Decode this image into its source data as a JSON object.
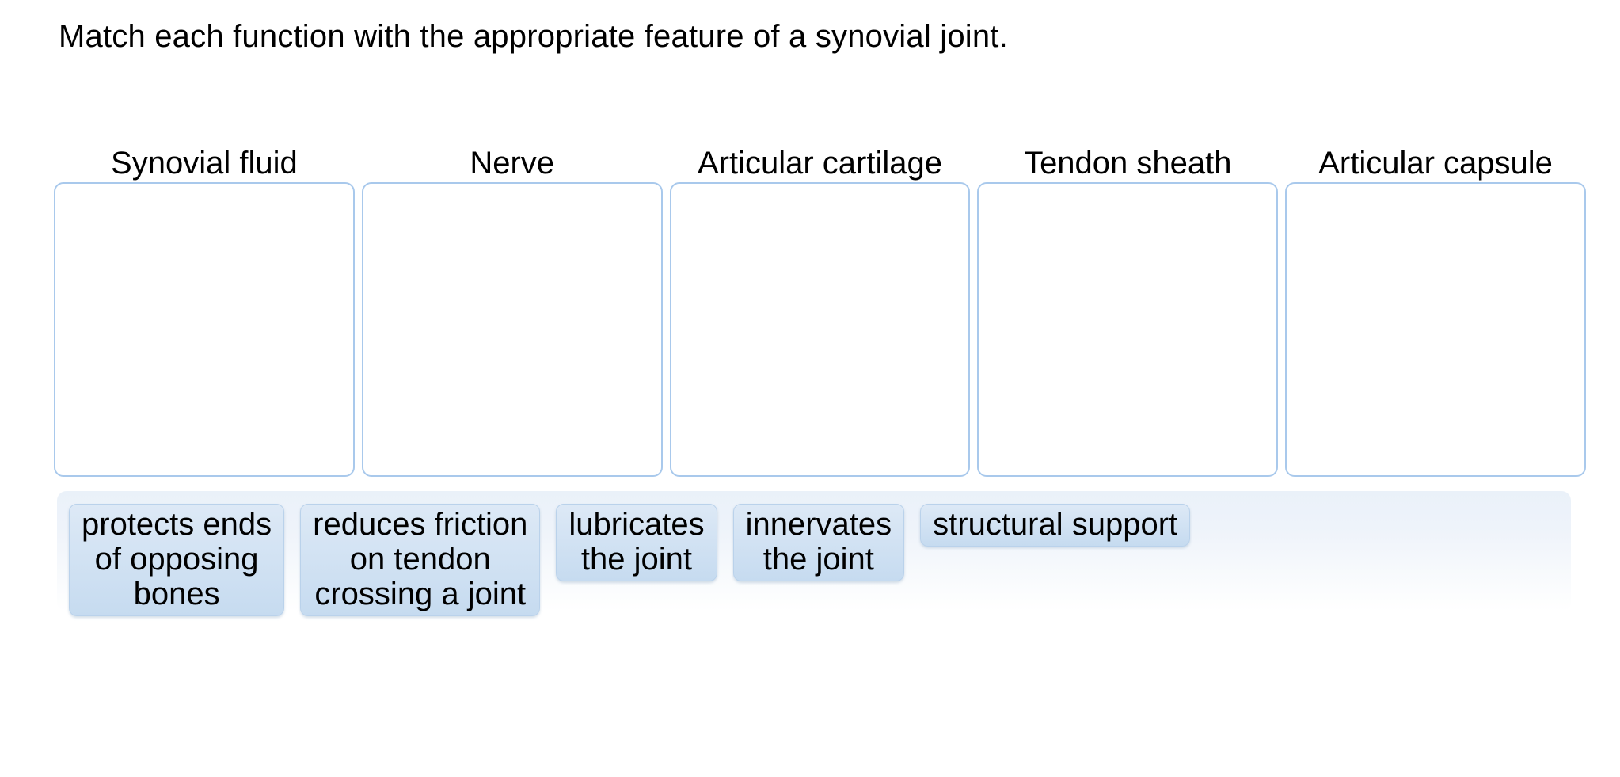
{
  "title": "Match each function with the appropriate feature of a synovial joint.",
  "board": {
    "columns": [
      {
        "label": "Synovial fluid"
      },
      {
        "label": "Nerve"
      },
      {
        "label": "Articular cartilage"
      },
      {
        "label": "Tendon sheath"
      },
      {
        "label": "Articular capsule"
      }
    ]
  },
  "tray": {
    "chips": [
      {
        "label": "protects ends\nof opposing\nbones"
      },
      {
        "label": "reduces friction\non tendon\ncrossing a joint"
      },
      {
        "label": "lubricates\nthe joint"
      },
      {
        "label": "innervates\nthe joint"
      },
      {
        "label": "structural support"
      }
    ]
  },
  "colors": {
    "text": "#000000",
    "dropzone_border": "#a9c9ec",
    "chip_background_top": "#dde9f6",
    "chip_background_bottom": "#c6dbf0",
    "chip_border": "#bad2eb",
    "tray_background_top": "#eaf1f9"
  }
}
